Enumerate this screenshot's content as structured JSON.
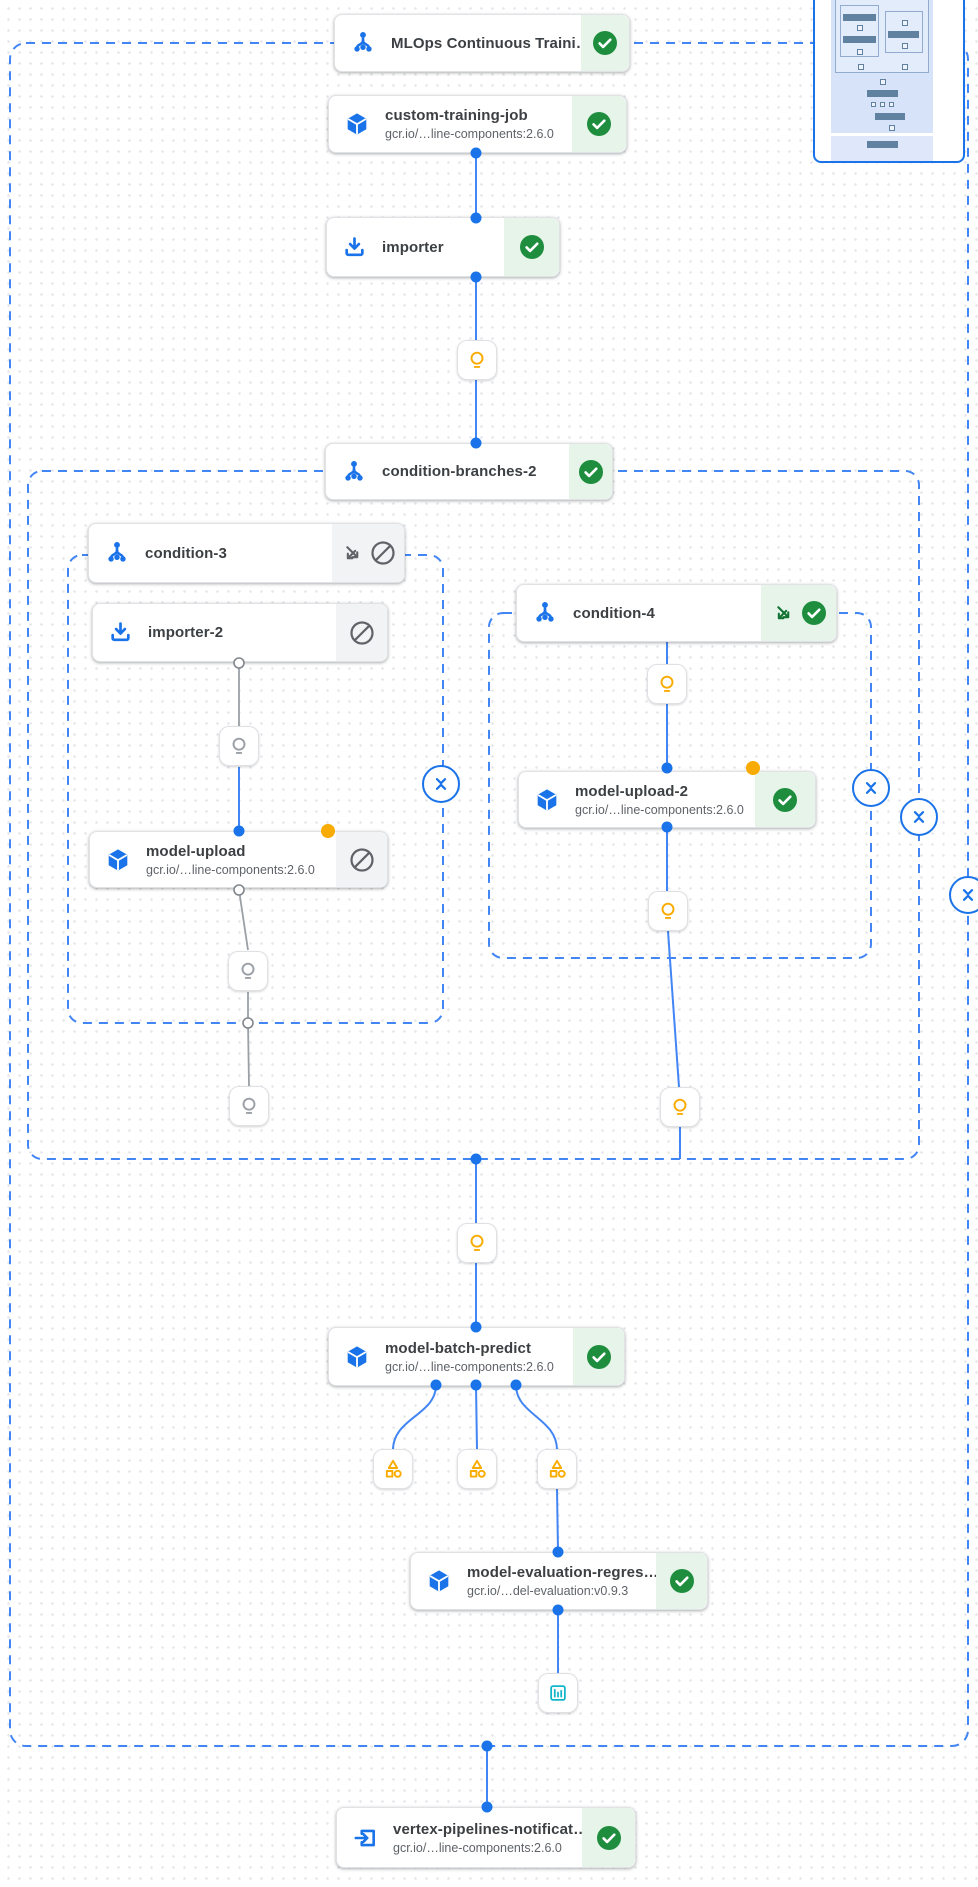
{
  "nodes": {
    "mlops": {
      "title": "MLOps Continuous Traini…",
      "status": "succeeded",
      "icon": "pipeline-icon"
    },
    "custom_training_job": {
      "title": "custom-training-job",
      "subtitle": "gcr.io/…line-components:2.6.0",
      "status": "succeeded",
      "icon": "cube-icon"
    },
    "importer": {
      "title": "importer",
      "status": "succeeded",
      "icon": "download-icon"
    },
    "condition_branches_2": {
      "title": "condition-branches-2",
      "status": "succeeded",
      "icon": "pipeline-icon"
    },
    "condition_3": {
      "title": "condition-3",
      "status": "skipped",
      "icon": "pipeline-icon"
    },
    "importer_2": {
      "title": "importer-2",
      "status": "skipped",
      "icon": "download-icon"
    },
    "model_upload": {
      "title": "model-upload",
      "subtitle": "gcr.io/…line-components:2.6.0",
      "status": "skipped",
      "icon": "cube-icon"
    },
    "condition_4": {
      "title": "condition-4",
      "status": "succeeded",
      "icon": "pipeline-icon"
    },
    "model_upload_2": {
      "title": "model-upload-2",
      "subtitle": "gcr.io/…line-components:2.6.0",
      "status": "succeeded",
      "icon": "cube-icon"
    },
    "model_batch_predict": {
      "title": "model-batch-predict",
      "subtitle": "gcr.io/…line-components:2.6.0",
      "status": "succeeded",
      "icon": "cube-icon"
    },
    "model_evaluation": {
      "title": "model-evaluation-regres…",
      "subtitle": "gcr.io/…del-evaluation:v0.9.3",
      "status": "succeeded",
      "icon": "cube-icon"
    },
    "vertex_notification": {
      "title": "vertex-pipelines-notificat…",
      "subtitle": "gcr.io/…line-components:2.6.0",
      "status": "succeeded",
      "icon": "exit-icon"
    }
  },
  "artifacts": [
    {
      "id": "param-after-importer",
      "icon": "lightbulb-icon",
      "state": "active"
    },
    {
      "id": "param-importer-2",
      "icon": "lightbulb-icon",
      "state": "skipped"
    },
    {
      "id": "param-model-upload-out",
      "icon": "lightbulb-icon",
      "state": "skipped"
    },
    {
      "id": "param-condition-3-out",
      "icon": "lightbulb-icon",
      "state": "skipped"
    },
    {
      "id": "param-condition-4-in",
      "icon": "lightbulb-icon",
      "state": "active"
    },
    {
      "id": "param-model-upload-2-out",
      "icon": "lightbulb-icon",
      "state": "active"
    },
    {
      "id": "param-condition-4-out",
      "icon": "lightbulb-icon",
      "state": "active"
    },
    {
      "id": "param-batch-predict-in",
      "icon": "lightbulb-icon",
      "state": "active"
    },
    {
      "id": "metrics-1",
      "icon": "metrics-icon",
      "state": "active"
    },
    {
      "id": "metrics-2",
      "icon": "metrics-icon",
      "state": "active"
    },
    {
      "id": "metrics-3",
      "icon": "metrics-icon",
      "state": "active"
    },
    {
      "id": "evaluation-metrics",
      "icon": "chart-icon",
      "state": "active"
    }
  ],
  "colors": {
    "accent_blue": "#1a73e8",
    "edge_blue": "#4285f4",
    "success_green": "#1e8e3e",
    "success_bg": "#e6f4ea",
    "skipped_bg": "#f1f3f4",
    "skipped_gray": "#5f6368",
    "warning_yellow": "#f9ab00",
    "chart_cyan": "#12b5cb",
    "gray_edge": "#9aa0a6"
  }
}
